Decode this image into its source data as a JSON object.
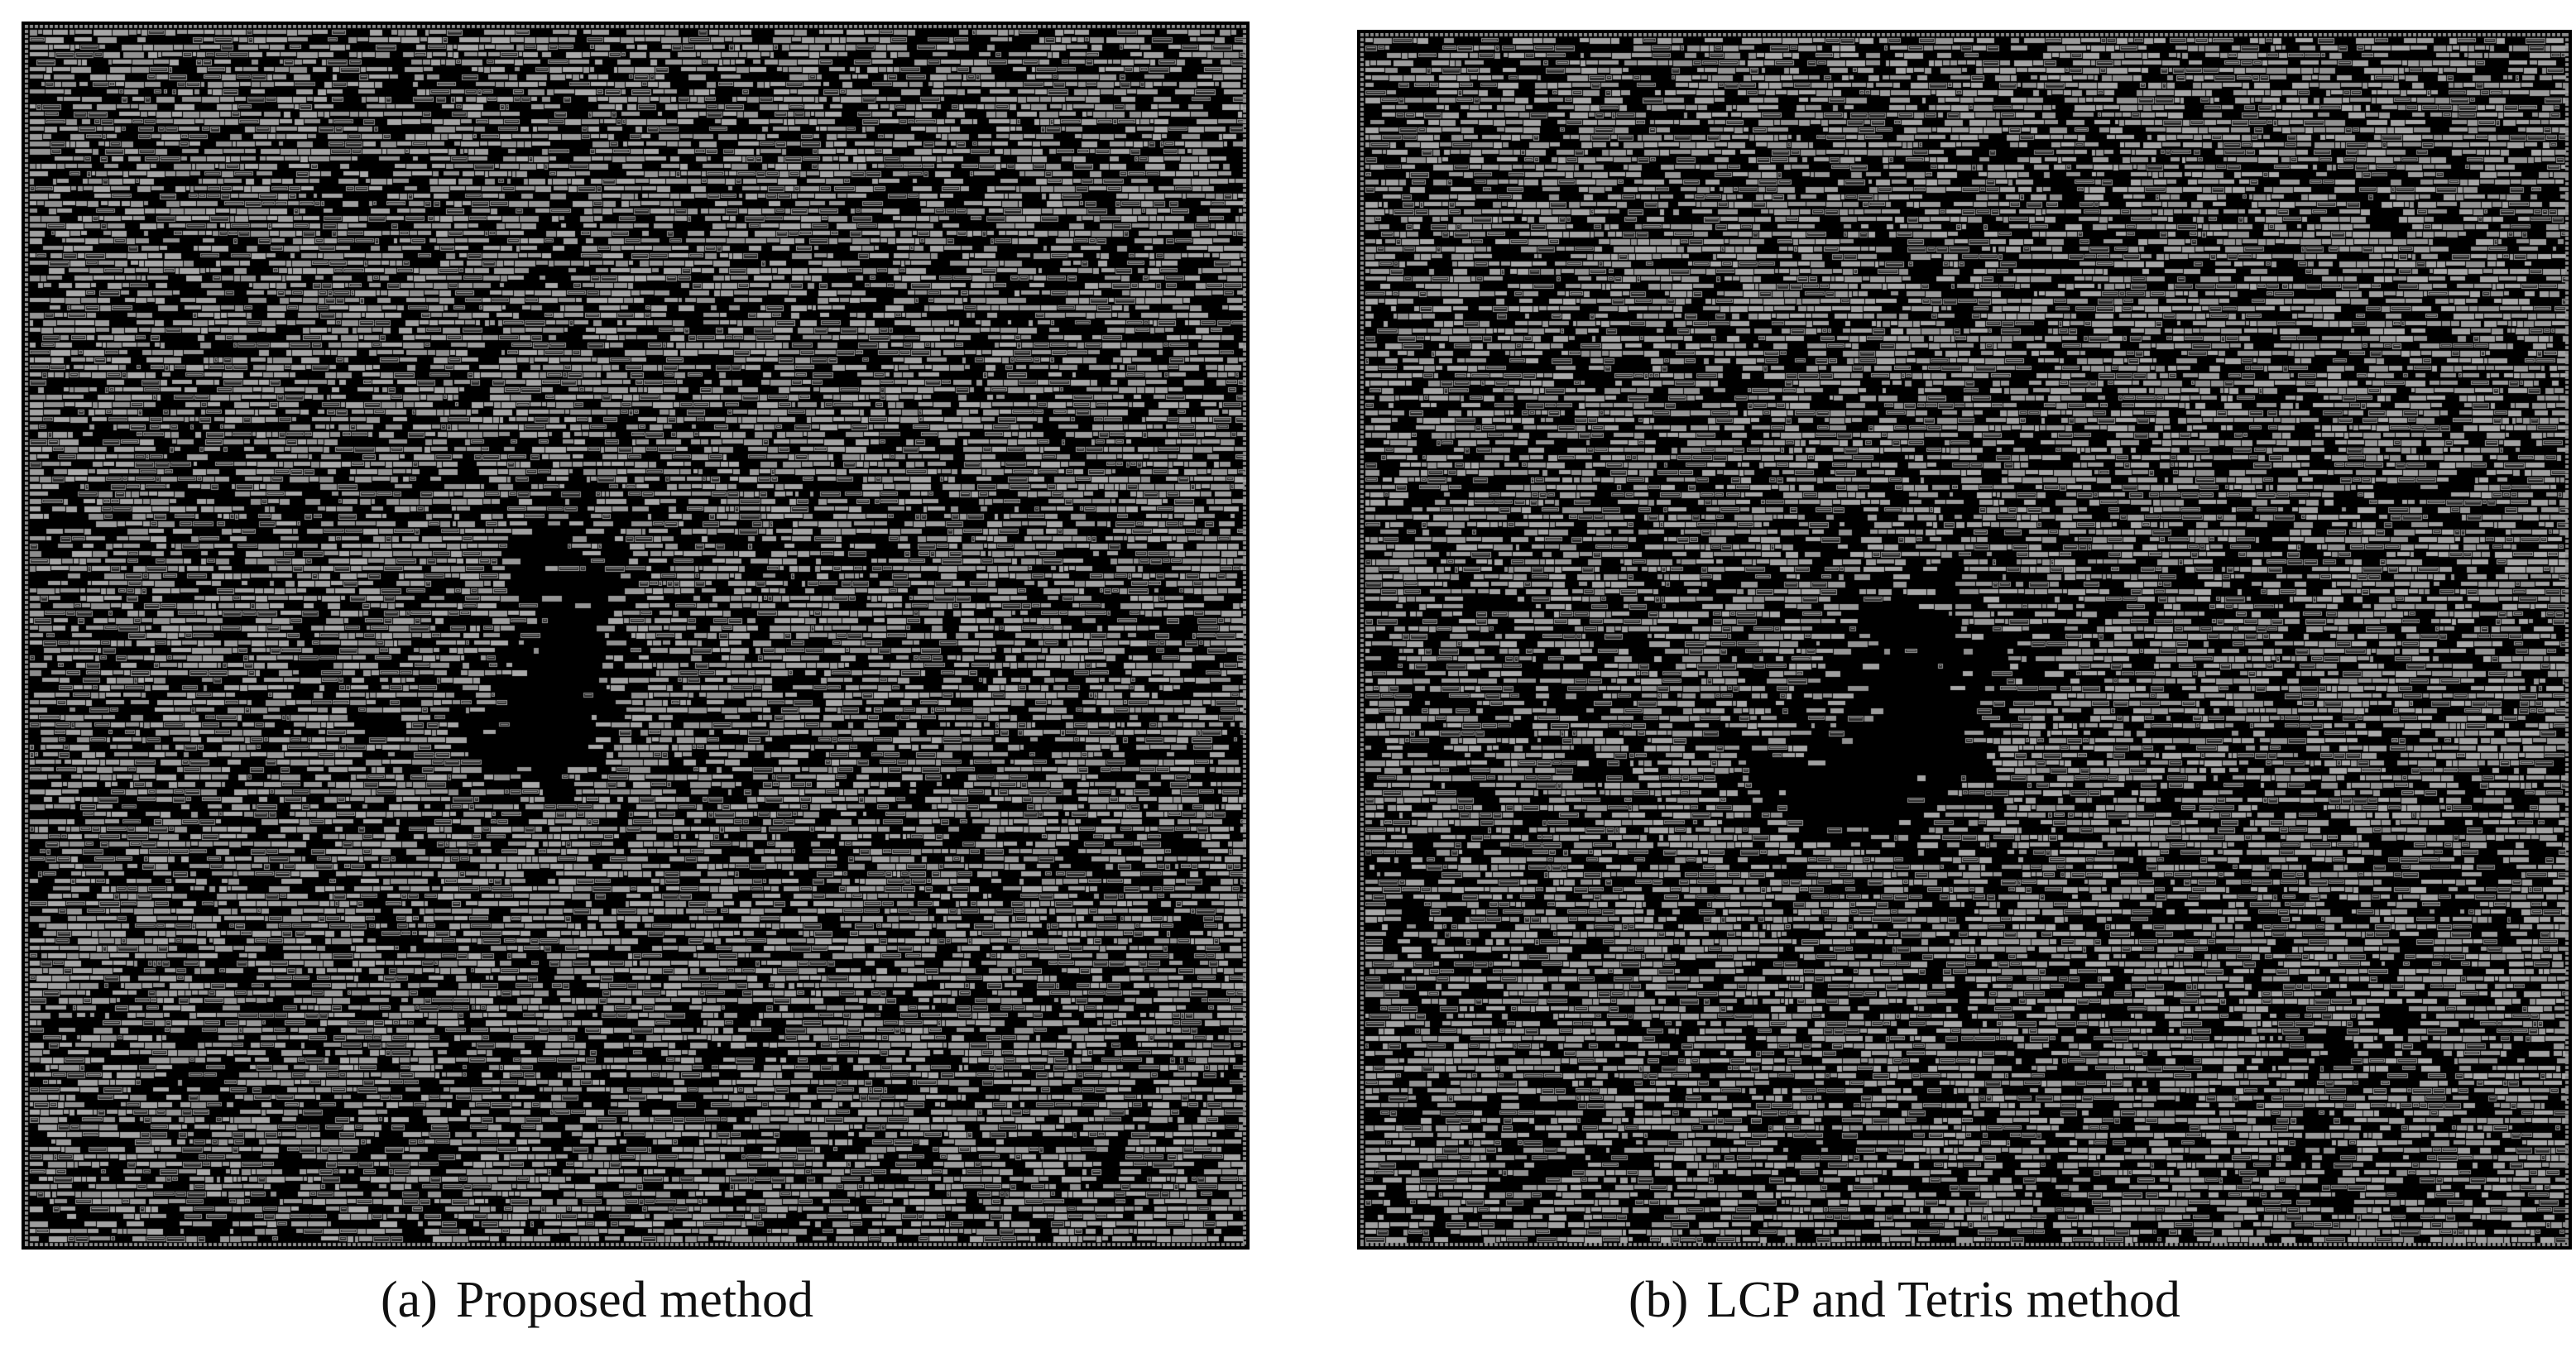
{
  "figure": {
    "panels": [
      {
        "label": "(a)",
        "caption": "Proposed method",
        "pattern_seed": 11
      },
      {
        "label": "(b)",
        "caption": "LCP and Tetris method",
        "pattern_seed": 29
      }
    ]
  },
  "colors": {
    "background": "#ffffff",
    "cell_fill": "#9a9a9a",
    "cell_gap": "#000000",
    "outline": "#000000"
  }
}
